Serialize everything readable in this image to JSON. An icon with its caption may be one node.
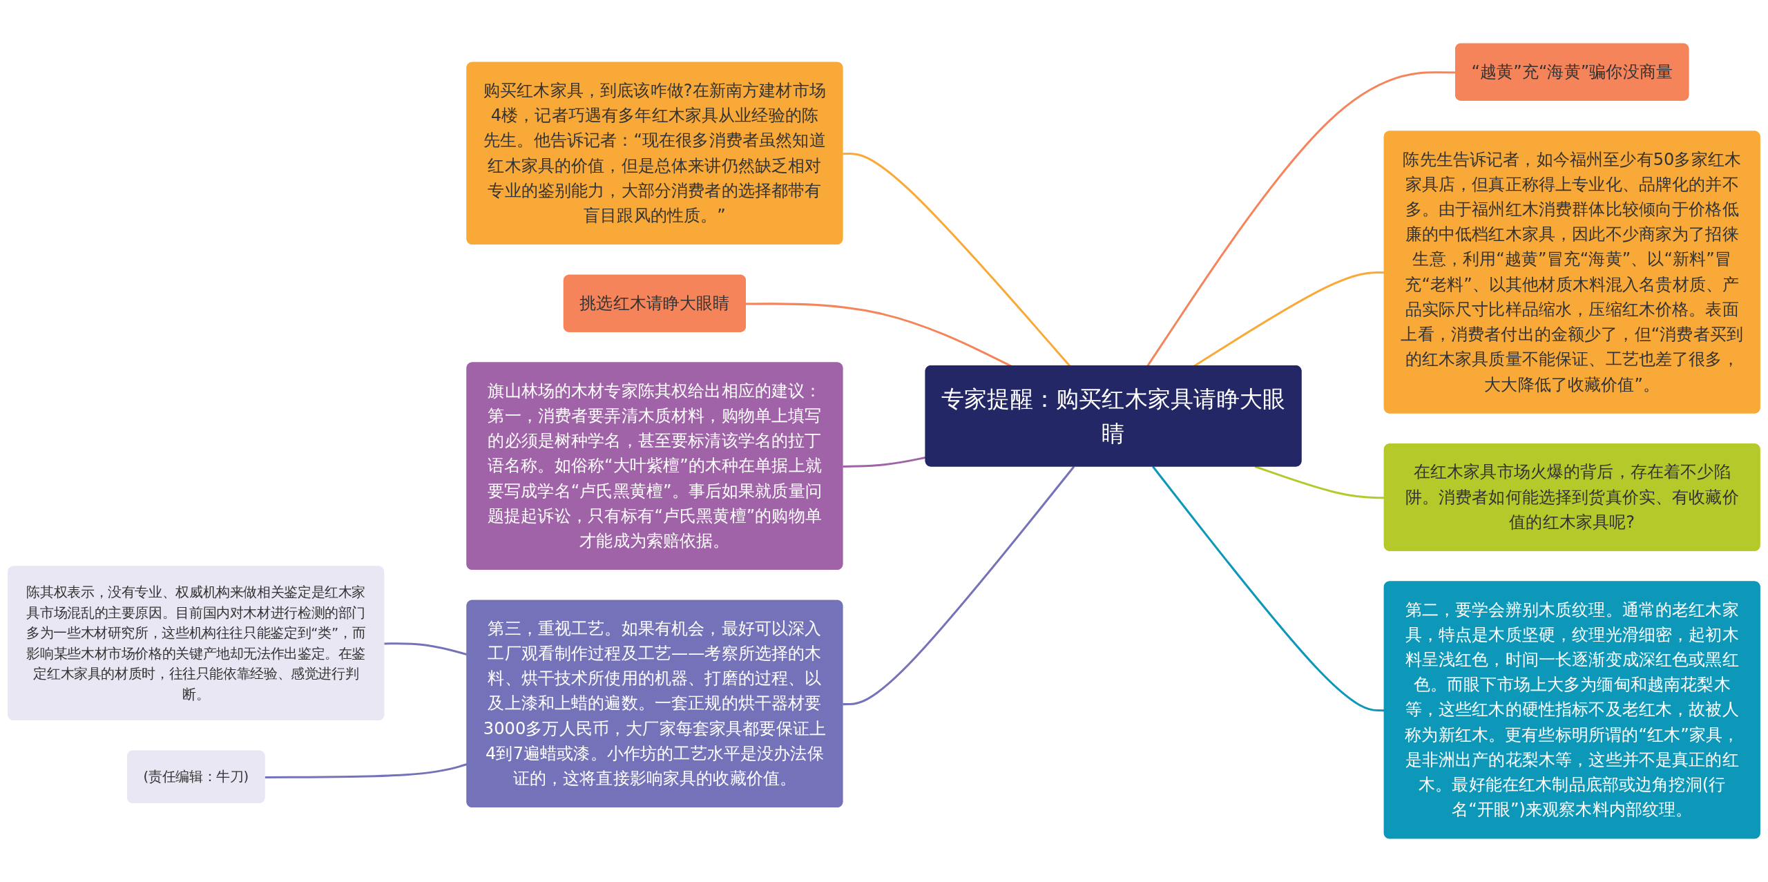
{
  "diagram": {
    "nodes": [
      {
        "text": [
          "专家提醒：购买红木家具请睁大眼睛"
        ]
      },
      {
        "text": [
          "购买红木家具，到底该咋做?在新南方建材市场4楼，记者巧遇有多年红木家具从业经验的陈先生。他告诉记者：“现在很多消费者虽然知道红木家具的价值，但是总体来讲仍然缺乏相对专业的鉴别能力，大部分消费者的选择都带有盲目跟风的性质。”"
        ]
      },
      {
        "text": [
          "挑选红木请睁大眼睛"
        ]
      },
      {
        "text": [
          "旗山林场的木材专家陈其权给出相应的建议：第一，消费者要弄清木质材料，购物单上填写的必须是树种学名，甚至要标清该学名的拉丁语名称。如俗称“大叶紫檀”的木种在单据上就要写成学名“卢氏黑黄檀”。事后如果就质量问题提起诉讼，只有标有“卢氏黑黄檀”的购物单才能成为索赔依据。"
        ]
      },
      {
        "text": [
          "第三，重视工艺。如果有机会，最好可以深入工厂观看制作过程及工艺——考察所选择的木料、烘干技术所使用的机器、打磨的过程、以及上漆和上蜡的遍数。一套正规的烘干器材要3000多万人民币，大厂家每套家具都要保证上4到7遍蜡或漆。小作坊的工艺水平是没办法保证的，这将直接影响家具的收藏价值。"
        ]
      },
      {
        "text": [
          "陈其权表示，没有专业、权威机构来做相关鉴定是红木家具市场混乱的主要原因。目前国内对木材进行检测的部门多为一些木材研究所，这些机构往往只能鉴定到“类”，而影响某些木材市场价格的关键产地却无法作出鉴定。在鉴定红木家具的材质时，往往只能依靠经验、感觉进行判断。"
        ]
      },
      {
        "text": [
          "(责任编辑：牛刀)"
        ]
      },
      {
        "text": [
          "“越黄”充“海黄”骗你没商量"
        ]
      },
      {
        "text": [
          "陈先生告诉记者，如今福州至少有50多家红木家具店，但真正称得上专业化、品牌化的并不多。由于福州红木消费群体比较倾向于价格低廉的中低档红木家具，因此不少商家为了招徕生意，利用“越黄”冒充“海黄”、以“新料”冒充“老料”、以其他材质木料混入名贵材质、产品实际尺寸比样品缩水，压缩红木价格。表面上看，消费者付出的金额少了，但“消费者买到的红木家具质量不能保证、工艺也差了很多，大大降低了收藏价值”。"
        ]
      },
      {
        "text": [
          "在红木家具市场火爆的背后，存在着不少陷阱。消费者如何能选择到货真价实、有收藏价值的红木家具呢?"
        ]
      },
      {
        "text": [
          "第二，要学会辨别木质纹理。通常的老红木家具，特点是木质坚硬，纹理光滑细密，起初木料呈浅红色，时间一长逐渐变成深红色或黑红色。而眼下市场上大多为缅甸和越南花梨木等，这些红木的硬性指标不及老红木，故被人称为新红木。更有些标明所谓的“红木”家具，是非洲出产的花梨木等，这些并不是真正的红木。最好能在红木制品底部或边角挖洞(行名“开眼”)来观察木料内部纹理。"
        ]
      }
    ],
    "edges": [
      {
        "from": 1,
        "to": 0,
        "arrow": "none",
        "color": "#f9a937"
      },
      {
        "from": 2,
        "to": 0,
        "arrow": "none",
        "color": "#f5845a"
      },
      {
        "from": 3,
        "to": 0,
        "arrow": "none",
        "color": "#a063a8"
      },
      {
        "from": 4,
        "to": 0,
        "arrow": "none",
        "color": "#7472b8"
      },
      {
        "from": 5,
        "to": 4,
        "arrow": "none",
        "color": "#7472b8"
      },
      {
        "from": 6,
        "to": 4,
        "arrow": "none",
        "color": "#7472b8"
      },
      {
        "from": 0,
        "to": 7,
        "arrow": "none",
        "color": "#f5845a"
      },
      {
        "from": 0,
        "to": 8,
        "arrow": "none",
        "color": "#f9a937"
      },
      {
        "from": 0,
        "to": 9,
        "arrow": "none",
        "color": "#b5c92a"
      },
      {
        "from": 0,
        "to": 10,
        "arrow": "none",
        "color": "#0d97b8"
      }
    ]
  }
}
